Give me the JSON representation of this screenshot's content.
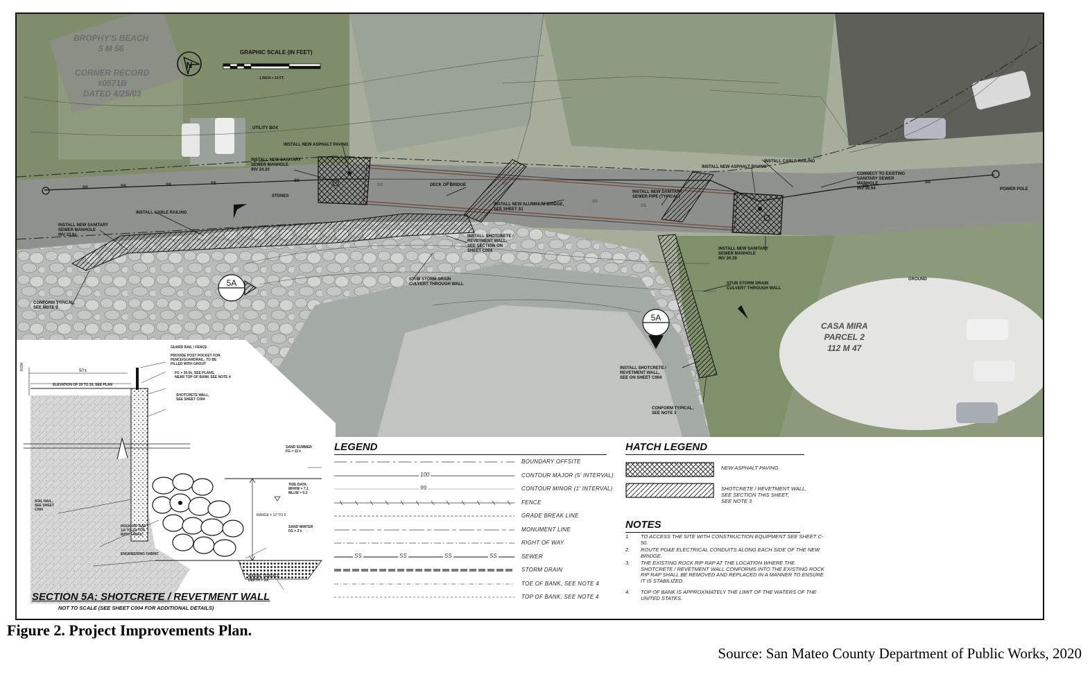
{
  "plan": {
    "scale_title": "Graphic Scale (in feet)",
    "scale_sub": "1 inch = 10 ft.",
    "north_label": "N",
    "parcel_labels": [
      "BROPHY'S BEACH\n5 M 56",
      "CORNER RECORD\n#0571B\nDATED 4/25/03"
    ],
    "casa_mira": "CASA MIRA\nPARCEL 2\n112 M 47",
    "section_markers": [
      "5A",
      "5A"
    ],
    "callouts": [
      "INSTALL NEW ASPHALT PAVING",
      "INSTALL NEW SANITARY\nSEWER MANHOLE\nINV 24.20",
      "DECK OF BRIDGE",
      "INSTALL NEW ALUMINUM BRIDGE,\nSEE SHEET S1",
      "INSTALL NEW SANITARY\nSEWER PIPE (TYPICAL)",
      "INSTALL NEW ASPHALT PAVING",
      "INSTALL CABLE RAILING",
      "CONNECT TO EXISTING\nSANITARY SEWER\nMANHOLE\nINV 20.64",
      "INSTALL CABLE RAILING",
      "INSTALL NEW SANITARY\nSEWER MANHOLE\nINV 23.6±",
      "INSTALL SHOTCRETE /\nREVETMENT WALL,\nSEE SECTION ON\nSHEET C004",
      "STUB STORM DRAIN\nCULVERT THROUGH WALL",
      "INSTALL NEW SANITARY\nSEWER MANHOLE\nINV 20.39",
      "STUB STORM DRAIN\nCULVERT THROUGH WALL",
      "CONFORM TYPICAL,\nSEE NOTE 3",
      "INSTALL SHOTCRETE /\nREVETMENT WALL,\nSEE ON SHEET C004",
      "CONFORM TYPICAL,\nSEE NOTE 3",
      "POWER POLE",
      "UTILITY BOX",
      "STONES",
      "GROUND"
    ]
  },
  "section": {
    "title": "SECTION 5A: SHOTCRETE / REVETMENT WALL",
    "subtitle": "NOT TO SCALE (SEE SHEET C004 FOR ADDITIONAL DETAILS)",
    "dims": [
      "ROW",
      "50'±",
      "RANGE = 12' TO 5'"
    ],
    "notes": [
      "GUARD RAIL / FENCE",
      "PROVIDE POST POCKET FOR\nFENCE/GUARDRAIL, TO BE\nFILLED WITH GROUT",
      "FG = 30.0±, SEE PLANS,\nNEAR TOP OF BANK SEE NOTE 4",
      "ELEVATION OF 29 TO 30, SEE PLAN",
      "SHOTCRETE WALL,\nSEE SHEET C004",
      "SAND SUMMER\nFG = 11'±",
      "TIDE DATA:\nMHHW = 7.1\nMLLW = 0.2",
      "SOIL NAIL,\nSEE SHEET\nC004",
      "ROCK RIP RAP\n1/4 TO 1/2 TON\nWITH FABRIC",
      "SAND WINTER\nFG = 2'±",
      "ENGINEERING FABRIC",
      "MARINE TERRACE\nDEPTH = XX"
    ]
  },
  "legend": {
    "title": "LEGEND",
    "items": [
      {
        "label": "BOUNDARY OFFSITE",
        "style": "boundary",
        "mark": ""
      },
      {
        "label": "CONTOUR MAJOR (5' INTERVAL)",
        "style": "contour-major",
        "mark": "100"
      },
      {
        "label": "CONTOUR MINOR (1' INTERVAL)",
        "style": "contour-minor",
        "mark": "99"
      },
      {
        "label": "FENCE",
        "style": "fence",
        "mark": ""
      },
      {
        "label": "GRADE BREAK LINE",
        "style": "grade",
        "mark": ""
      },
      {
        "label": "MONUMENT LINE",
        "style": "monument",
        "mark": ""
      },
      {
        "label": "RIGHT OF WAY",
        "style": "row",
        "mark": ""
      },
      {
        "label": "SEWER",
        "style": "sewer",
        "mark": "SS"
      },
      {
        "label": "STORM DRAIN",
        "style": "storm",
        "mark": ""
      },
      {
        "label": "TOE OF BANK, SEE NOTE 4",
        "style": "toe",
        "mark": ""
      },
      {
        "label": "TOP OF BANK, SEE NOTE 4",
        "style": "top",
        "mark": ""
      }
    ]
  },
  "hatch_legend": {
    "title": "HATCH LEGEND",
    "items": [
      {
        "label": "NEW ASPHALT PAVING",
        "pattern": "crosshatch"
      },
      {
        "label": "SHOTCRETE / REVETMENT WALL,\nSEE SECTION THIS SHEET,\nSEE NOTE 3",
        "pattern": "diagonal"
      }
    ]
  },
  "notes": {
    "title": "NOTES",
    "items": [
      {
        "num": "1.",
        "text": "TO ACCESS THE SITE WITH CONSTRUCTION EQUIPMENT SEE SHEET C-50."
      },
      {
        "num": "2.",
        "text": "ROUTE PG&E ELECTRICAL CONDUITS ALONG EACH SIDE OF THE NEW BRIDGE."
      },
      {
        "num": "3.",
        "text": "THE EXISTING ROCK RIP RAP AT THE LOCATION WHERE THE SHOTCRETE / REVETMENT WALL CONFORMS INTO THE EXISTING ROCK RIP RAP SHALL BE REMOVED AND REPLACED IN A MANNER TO ENSURE IT IS STABILIZED."
      },
      {
        "num": "4.",
        "text": "TOP OF BANK IS APPROXIMATELY THE LIMIT OF THE WATERS OF THE UNITED STATES."
      }
    ]
  },
  "caption": "Figure 2. Project Improvements Plan.",
  "source": "Source: San Mateo County Department of Public Works, 2020",
  "colors": {
    "aerial_land": "#9aa18c",
    "aerial_rock": "#b4b8b6",
    "aerial_sand": "#c9ccc9",
    "aerial_veg": "#7e8c6a",
    "line": "#1a1a1a"
  }
}
